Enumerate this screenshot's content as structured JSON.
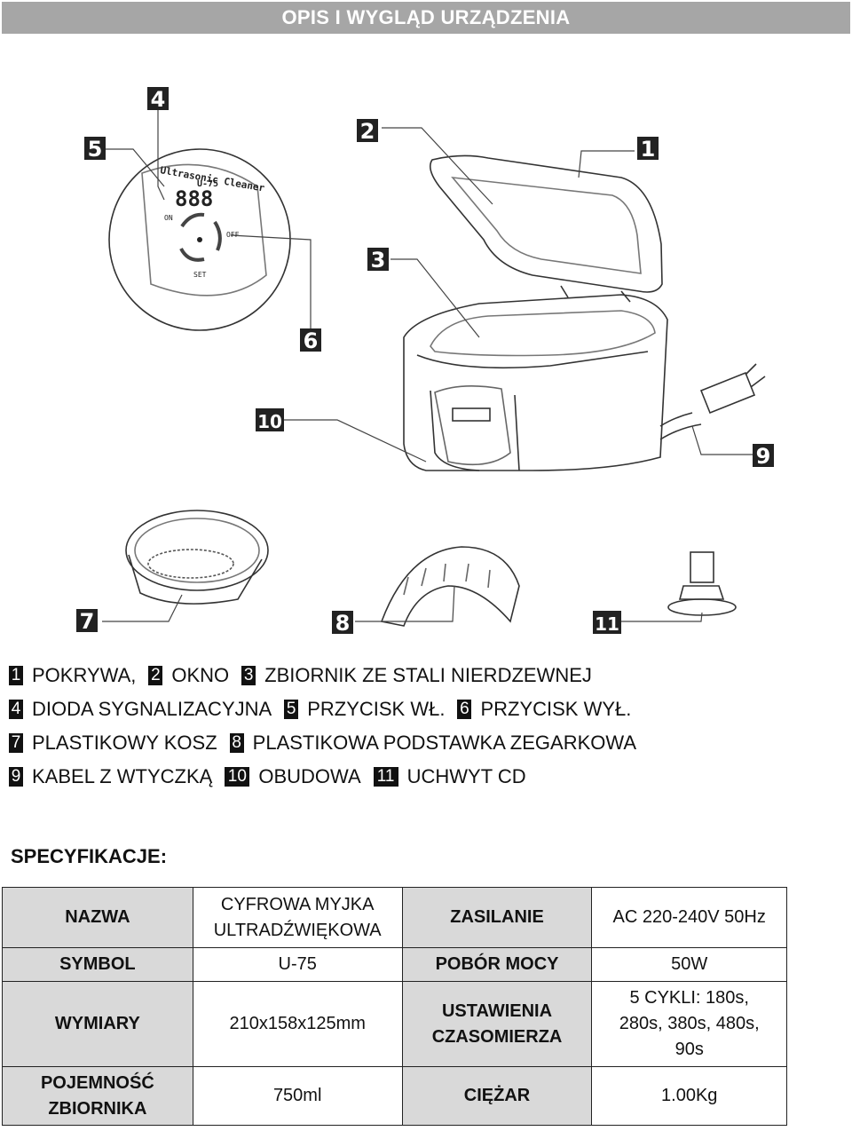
{
  "header": {
    "title": "OPIS I WYGLĄD URZĄDZENIA"
  },
  "figure": {
    "callouts": [
      "1",
      "2",
      "3",
      "4",
      "5",
      "6",
      "7",
      "8",
      "9",
      "10",
      "11"
    ],
    "panel": {
      "brand": "Ultrasonic Cleaner",
      "model": "U-75",
      "display": "888",
      "on_label": "ON",
      "off_label": "OFF",
      "set_label": "SET"
    }
  },
  "legend": [
    [
      {
        "n": "1",
        "t": "POKRYWA,"
      },
      {
        "n": "2",
        "t": "OKNO"
      },
      {
        "n": "3",
        "t": "ZBIORNIK ZE STALI NIERDZEWNEJ"
      }
    ],
    [
      {
        "n": "4",
        "t": "DIODA SYGNALIZACYJNA"
      },
      {
        "n": "5",
        "t": "PRZYCISK WŁ."
      },
      {
        "n": "6",
        "t": "PRZYCISK WYŁ."
      }
    ],
    [
      {
        "n": "7",
        "t": "PLASTIKOWY KOSZ"
      },
      {
        "n": "8",
        "t": "PLASTIKOWA PODSTAWKA ZEGARKOWA"
      }
    ],
    [
      {
        "n": "9",
        "t": "KABEL Z WTYCZKĄ"
      },
      {
        "n": "10",
        "t": "OBUDOWA"
      },
      {
        "n": "11",
        "t": "UCHWYT CD"
      }
    ]
  ],
  "spec": {
    "title": "SPECYFIKACJE:",
    "rows": [
      [
        "NAZWA",
        "CYFROWA MYJKA\nULTRADŹWIĘKOWA",
        "ZASILANIE",
        "AC 220-240V 50Hz"
      ],
      [
        "SYMBOL",
        "U-75",
        "POBÓR MOCY",
        "50W"
      ],
      [
        "WYMIARY",
        "210x158x125mm",
        "USTAWIENIA\nCZASOMIERZA",
        "5 CYKLI: 180s,\n280s, 380s, 480s,\n90s"
      ],
      [
        "POJEMNOŚĆ\nZBIORNIKA",
        "750ml",
        "CIĘŻAR",
        "1.00Kg"
      ]
    ]
  }
}
